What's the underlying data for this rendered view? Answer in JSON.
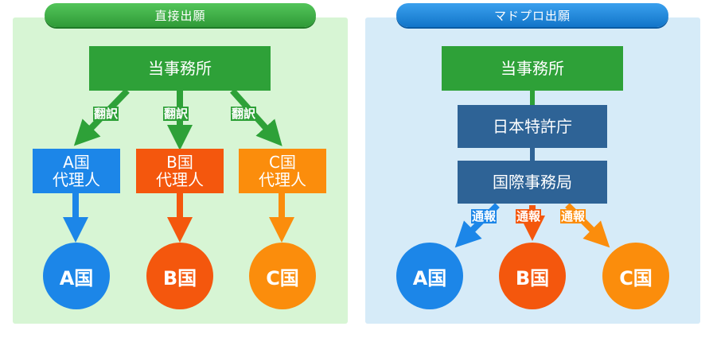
{
  "left": {
    "header": "直接出願",
    "office": "当事務所",
    "translation_labels": [
      "翻訳",
      "翻訳",
      "翻訳"
    ],
    "agents": [
      {
        "line1": "A国",
        "line2": "代理人"
      },
      {
        "line1": "B国",
        "line2": "代理人"
      },
      {
        "line1": "C国",
        "line2": "代理人"
      }
    ],
    "countries": [
      "A国",
      "B国",
      "C国"
    ]
  },
  "right": {
    "header": "マドプロ出願",
    "office": "当事務所",
    "jpo": "日本特許庁",
    "intl_bureau": "国際事務局",
    "notice_labels": [
      "通報",
      "通報",
      "通報"
    ],
    "countries": [
      "A国",
      "B国",
      "C国"
    ]
  },
  "colors": {
    "green": "#2ea138",
    "navy": "#2e6396",
    "blue": "#1c86e8",
    "red": "#f4570d",
    "orange": "#fb8d0c",
    "panel_left": "#d7f5d4",
    "panel_right": "#d6ebf8"
  }
}
